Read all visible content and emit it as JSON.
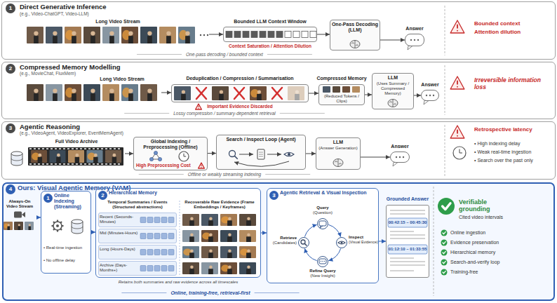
{
  "diagram": {
    "nodes": [
      {
        "text": [
          "Direct Generative Inference",
          "(e.g., Video-ChatGPT, Video-LLM)"
        ]
      },
      {
        "text": [
          "1"
        ],
        "in": 0
      },
      {
        "text": [
          "Long Video Stream"
        ],
        "in": 0
      },
      {
        "text": [
          "Bounded LLM Context Window",
          "Context Saturation / Attention Dilution"
        ],
        "in": 0
      },
      {
        "text": [
          "One-Pass Decoding (LLM)"
        ],
        "in": 0
      },
      {
        "text": [
          "Answer"
        ],
        "in": 0
      },
      {
        "text": [
          "Compressed Memory Modelling",
          "(e.g., MovieChat, FluxMem)"
        ]
      },
      {
        "text": [
          "2"
        ],
        "in": 6
      },
      {
        "text": [
          "Long Video Stream"
        ],
        "in": 6
      },
      {
        "text": [
          "Deduplication / Compression / Summarisation",
          "Important Evidence Discarded"
        ],
        "in": 6
      },
      {
        "text": [
          "Compressed Memory",
          "(Reduced Tokens / Clips)"
        ],
        "in": 6
      },
      {
        "text": [
          "LLM",
          "(Uses Summary / Compressed Memory)"
        ],
        "in": 6
      },
      {
        "text": [
          "Answer"
        ],
        "in": 6
      },
      {
        "text": [
          "Agentic Reasoning",
          "(e.g., VideoAgent, VideoExplorer, EventMemAgent)"
        ]
      },
      {
        "text": [
          "3"
        ],
        "in": 13
      },
      {
        "text": [
          "Full Video Archive"
        ],
        "in": 13
      },
      {
        "text": [
          "Global Indexing / Preprocessing (Offline)",
          "High Preprocessing Cost"
        ],
        "in": 13
      },
      {
        "text": [
          "Search / Inspect Loop (Agent)"
        ],
        "in": 13
      },
      {
        "text": [
          "LLM",
          "(Answer Generation)"
        ],
        "in": 13
      },
      {
        "text": [
          "Answer"
        ],
        "in": 13
      },
      {
        "text": [
          "Ours: Visual Agentic Memory (VAM)"
        ]
      },
      {
        "text": [
          "4"
        ],
        "in": 20
      },
      {
        "text": [
          "Always-On Video Stream"
        ],
        "in": 20
      },
      {
        "text": [
          "Online Indexing (Streaming)",
          "• Real-time ingestion",
          "• No offline delay"
        ],
        "in": 20
      },
      {
        "text": [
          "1"
        ],
        "in": 23
      },
      {
        "text": [
          "Hierarchical Memory",
          "Temporal Summaries / Events (Structured abstractions)",
          "Recoverable Raw Evidence (Frame Embeddings / Keyframes)"
        ],
        "in": 20
      },
      {
        "text": [
          "2"
        ],
        "in": 25
      },
      {
        "text": [
          "Recent (Seconds-Minutes)"
        ],
        "in": 25
      },
      {
        "text": [
          "Mid (Minutes-Hours)"
        ],
        "in": 25
      },
      {
        "text": [
          "Long (Hours-Days)"
        ],
        "in": 25
      },
      {
        "text": [
          "Archive (Days-Months+)"
        ],
        "in": 25
      },
      {
        "text": [
          "Agentic Retrieval & Visual Inspection"
        ],
        "in": 20
      },
      {
        "text": [
          "3"
        ],
        "in": 31
      },
      {
        "text": [
          "Query",
          "(Question)"
        ],
        "in": 31
      },
      {
        "text": [
          "Retrieve",
          "(Candidates)"
        ],
        "in": 31
      },
      {
        "text": [
          "Inspect",
          "(Visual Evidence)"
        ],
        "in": 31
      },
      {
        "text": [
          "Refine Query",
          "(New Insight)"
        ],
        "in": 31
      },
      {
        "text": [
          "Grounded Answer",
          "00:42:15 – 00:45:30",
          "01:12:10 – 01:33:55"
        ],
        "in": 20
      }
    ],
    "edges": [
      {
        "from": 2,
        "to": 3,
        "arrow": "to"
      },
      {
        "from": 3,
        "to": 4,
        "arrow": "to"
      },
      {
        "from": 4,
        "to": 5,
        "arrow": "to"
      },
      {
        "from": 8,
        "to": 9,
        "arrow": "to"
      },
      {
        "from": 9,
        "to": 10,
        "arrow": "to"
      },
      {
        "from": 10,
        "to": 11,
        "arrow": "to"
      },
      {
        "from": 11,
        "to": 12,
        "arrow": "to"
      },
      {
        "from": 15,
        "to": 16,
        "arrow": "to"
      },
      {
        "from": 16,
        "to": 17,
        "arrow": "to"
      },
      {
        "from": 17,
        "to": 18,
        "arrow": "to"
      },
      {
        "from": 18,
        "to": 19,
        "arrow": "to"
      },
      {
        "from": 22,
        "to": 23,
        "arrow": "to"
      },
      {
        "from": 23,
        "to": 25,
        "arrow": "to"
      },
      {
        "from": 25,
        "to": 31,
        "arrow": "to"
      },
      {
        "from": 31,
        "to": 37,
        "arrow": "to"
      },
      {
        "from": 33,
        "to": 35,
        "arrow": "to"
      },
      {
        "from": 35,
        "to": 36,
        "arrow": "to"
      },
      {
        "from": 36,
        "to": 34,
        "arrow": "to"
      },
      {
        "from": 34,
        "to": 33,
        "arrow": "to"
      }
    ],
    "labels": [
      "One-pass decoding / bounded context",
      "Bounded context",
      "Attention dilution",
      "Lossy compression / summary-dependent retrieval",
      "Irreversible information loss",
      "Offline or weakly streaming indexing",
      "Retrospective latency",
      "• High indexing delay",
      "• Weak real-time ingestion",
      "• Search over the past only",
      "Retains both summaries and raw evidence across all timescales",
      "Online, training-free, retrieval-first",
      "Verifiable grounding",
      "Cited video intervals",
      "Online ingestion",
      "Evidence preservation",
      "Hierarchical memory",
      "Search-and-verify loop",
      "Training-free"
    ]
  }
}
